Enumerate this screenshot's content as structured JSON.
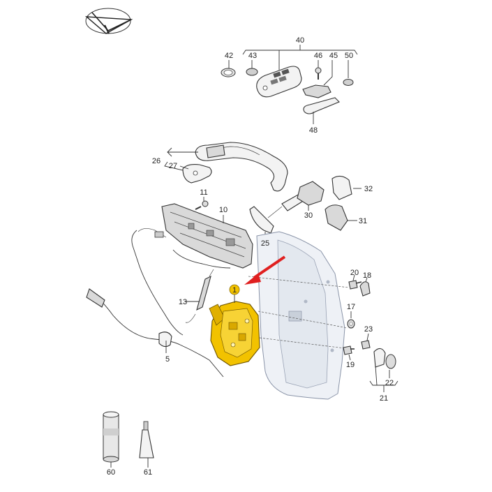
{
  "diagram": {
    "callouts": [
      "1",
      "5",
      "10",
      "11",
      "13",
      "17",
      "18",
      "19",
      "20",
      "21",
      "22",
      "23",
      "25",
      "26",
      "27",
      "30",
      "31",
      "32",
      "40",
      "42",
      "43",
      "45",
      "46",
      "48",
      "50",
      "60",
      "61"
    ],
    "highlight_color": "#f2c200",
    "arrow_color": "#e02020",
    "logo_icon": "paper-plane-logo-icon"
  }
}
